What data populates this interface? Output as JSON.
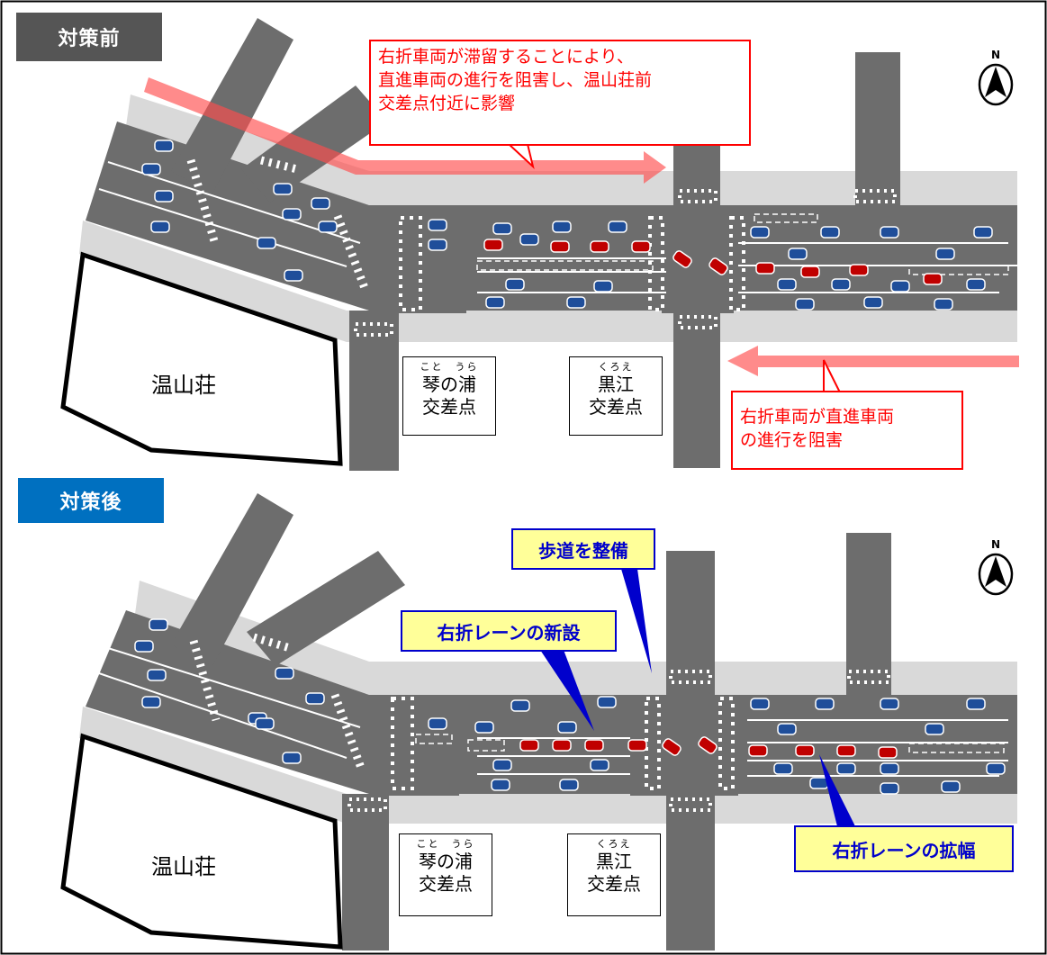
{
  "panels": {
    "before": {
      "title": "対策前",
      "callout_main": "右折車両が滞留することにより、\n直進車両の進行を阻害し、温山荘前\n交差点付近に影響",
      "callout_side": "右折車両が直進車両\nの進行を阻害",
      "landmark": "温山荘",
      "intersection_left": {
        "ruby": "こと　うら",
        "name_1": "琴の浦",
        "name_2": "交差点"
      },
      "intersection_right": {
        "ruby": "くろえ",
        "name_1": "黒江",
        "name_2": "交差点"
      },
      "north_label": "N"
    },
    "after": {
      "title": "対策後",
      "label_sidewalk": "歩道を整備",
      "label_new_lane": "右折レーンの新設",
      "label_widen_lane": "右折レーンの拡幅",
      "landmark": "温山荘",
      "intersection_left": {
        "ruby": "こと　うら",
        "name_1": "琴の浦",
        "name_2": "交差点"
      },
      "intersection_right": {
        "ruby": "くろえ",
        "name_1": "黒江",
        "name_2": "交差点"
      },
      "north_label": "N"
    }
  },
  "colors": {
    "road": "#6d6d6d",
    "sidewalk": "#d9d9d9",
    "car_blue": "#1f4e9a",
    "car_red": "#c00000",
    "callout_red": "#ff0000",
    "arrow_red": "#ff6666",
    "label_yellow": "#ffff99",
    "label_blue": "#0000cc",
    "header_before": "#555555",
    "header_after": "#0070c0"
  }
}
